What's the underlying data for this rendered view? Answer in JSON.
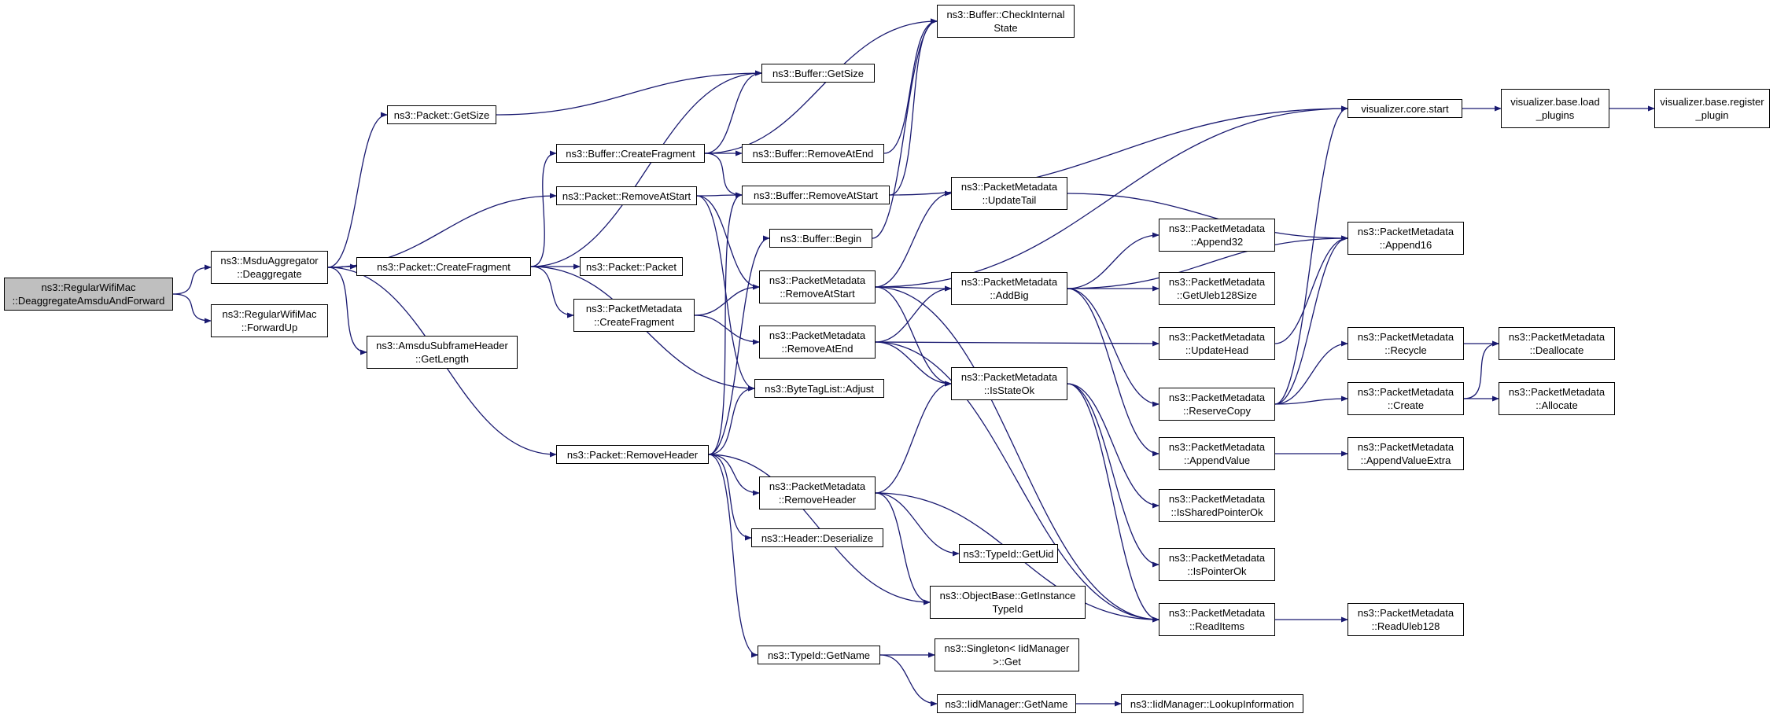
{
  "edge_color": "#191970",
  "root_fill": "#bfbfbf",
  "nodes": [
    {
      "id": "n0",
      "lines": [
        "ns3::RegularWifiMac",
        "::DeaggregateAmsduAndForward"
      ]
    },
    {
      "id": "n1",
      "lines": [
        "ns3::MsduAggregator",
        "::Deaggregate"
      ]
    },
    {
      "id": "n2",
      "lines": [
        "ns3::RegularWifiMac",
        "::ForwardUp"
      ]
    },
    {
      "id": "n3",
      "lines": [
        "ns3::Packet::GetSize"
      ]
    },
    {
      "id": "n4",
      "lines": [
        "ns3::Packet::CreateFragment"
      ]
    },
    {
      "id": "n5",
      "lines": [
        "ns3::AmsduSubframeHeader",
        "::GetLength"
      ]
    },
    {
      "id": "n6",
      "lines": [
        "ns3::Packet::RemoveAtStart"
      ]
    },
    {
      "id": "n7",
      "lines": [
        "ns3::Packet::RemoveHeader"
      ]
    },
    {
      "id": "n8",
      "lines": [
        "ns3::Buffer::GetSize"
      ]
    },
    {
      "id": "n9",
      "lines": [
        "ns3::Buffer::CreateFragment"
      ]
    },
    {
      "id": "n10",
      "lines": [
        "ns3::Packet::Packet"
      ]
    },
    {
      "id": "n11",
      "lines": [
        "ns3::PacketMetadata",
        "::CreateFragment"
      ]
    },
    {
      "id": "n12",
      "lines": [
        "ns3::ByteTagList::Adjust"
      ]
    },
    {
      "id": "n13",
      "lines": [
        "ns3::Buffer::CheckInternal",
        "State"
      ]
    },
    {
      "id": "n14",
      "lines": [
        "ns3::Buffer::RemoveAtEnd"
      ]
    },
    {
      "id": "n15",
      "lines": [
        "ns3::Buffer::RemoveAtStart"
      ]
    },
    {
      "id": "n16",
      "lines": [
        "ns3::Buffer::Begin"
      ]
    },
    {
      "id": "n17",
      "lines": [
        "ns3::PacketMetadata",
        "::RemoveAtStart"
      ]
    },
    {
      "id": "n18",
      "lines": [
        "ns3::PacketMetadata",
        "::RemoveAtEnd"
      ]
    },
    {
      "id": "n19",
      "lines": [
        "ns3::PacketMetadata",
        "::RemoveHeader"
      ]
    },
    {
      "id": "n20",
      "lines": [
        "ns3::Header::Deserialize"
      ]
    },
    {
      "id": "n21",
      "lines": [
        "ns3::TypeId::GetName"
      ]
    },
    {
      "id": "n22",
      "lines": [
        "visualizer.core.start"
      ]
    },
    {
      "id": "n23",
      "lines": [
        "ns3::PacketMetadata",
        "::UpdateTail"
      ]
    },
    {
      "id": "n24",
      "lines": [
        "ns3::PacketMetadata",
        "::AddBig"
      ]
    },
    {
      "id": "n25",
      "lines": [
        "ns3::PacketMetadata",
        "::IsStateOk"
      ]
    },
    {
      "id": "n26",
      "lines": [
        "ns3::TypeId::GetUid"
      ]
    },
    {
      "id": "n27",
      "lines": [
        "ns3::ObjectBase::GetInstance",
        "TypeId"
      ]
    },
    {
      "id": "n28",
      "lines": [
        "ns3::Singleton< IidManager",
        ">::Get"
      ]
    },
    {
      "id": "n29",
      "lines": [
        "ns3::IidManager::GetName"
      ]
    },
    {
      "id": "n30",
      "lines": [
        "ns3::PacketMetadata",
        "::Append32"
      ]
    },
    {
      "id": "n31",
      "lines": [
        "ns3::PacketMetadata",
        "::GetUleb128Size"
      ]
    },
    {
      "id": "n32",
      "lines": [
        "ns3::PacketMetadata",
        "::UpdateHead"
      ]
    },
    {
      "id": "n33",
      "lines": [
        "ns3::PacketMetadata",
        "::ReserveCopy"
      ]
    },
    {
      "id": "n34",
      "lines": [
        "ns3::PacketMetadata",
        "::AppendValue"
      ]
    },
    {
      "id": "n35",
      "lines": [
        "ns3::PacketMetadata",
        "::IsSharedPointerOk"
      ]
    },
    {
      "id": "n36",
      "lines": [
        "ns3::PacketMetadata",
        "::IsPointerOk"
      ]
    },
    {
      "id": "n37",
      "lines": [
        "ns3::PacketMetadata",
        "::ReadItems"
      ]
    },
    {
      "id": "n38",
      "lines": [
        "ns3::IidManager::LookupInformation"
      ]
    },
    {
      "id": "n39",
      "lines": [
        "visualizer.base.load",
        "_plugins"
      ]
    },
    {
      "id": "n40",
      "lines": [
        "ns3::PacketMetadata",
        "::Append16"
      ]
    },
    {
      "id": "n41",
      "lines": [
        "ns3::PacketMetadata",
        "::Recycle"
      ]
    },
    {
      "id": "n42",
      "lines": [
        "ns3::PacketMetadata",
        "::Create"
      ]
    },
    {
      "id": "n43",
      "lines": [
        "ns3::PacketMetadata",
        "::AppendValueExtra"
      ]
    },
    {
      "id": "n44",
      "lines": [
        "ns3::PacketMetadata",
        "::ReadUleb128"
      ]
    },
    {
      "id": "n45",
      "lines": [
        "visualizer.base.register",
        "_plugin"
      ]
    },
    {
      "id": "n46",
      "lines": [
        "ns3::PacketMetadata",
        "::Deallocate"
      ]
    },
    {
      "id": "n47",
      "lines": [
        "ns3::PacketMetadata",
        "::Allocate"
      ]
    }
  ],
  "edges": [
    [
      "n0",
      "n1"
    ],
    [
      "n0",
      "n2"
    ],
    [
      "n1",
      "n3"
    ],
    [
      "n1",
      "n4"
    ],
    [
      "n1",
      "n5"
    ],
    [
      "n1",
      "n6"
    ],
    [
      "n1",
      "n7"
    ],
    [
      "n3",
      "n8"
    ],
    [
      "n4",
      "n8"
    ],
    [
      "n4",
      "n9"
    ],
    [
      "n4",
      "n10"
    ],
    [
      "n4",
      "n11"
    ],
    [
      "n4",
      "n12"
    ],
    [
      "n6",
      "n15"
    ],
    [
      "n6",
      "n17"
    ],
    [
      "n6",
      "n12"
    ],
    [
      "n7",
      "n16"
    ],
    [
      "n7",
      "n15"
    ],
    [
      "n7",
      "n12"
    ],
    [
      "n7",
      "n19"
    ],
    [
      "n7",
      "n20"
    ],
    [
      "n7",
      "n21"
    ],
    [
      "n7",
      "n27"
    ],
    [
      "n9",
      "n8"
    ],
    [
      "n9",
      "n14"
    ],
    [
      "n9",
      "n15"
    ],
    [
      "n9",
      "n13"
    ],
    [
      "n11",
      "n17"
    ],
    [
      "n11",
      "n18"
    ],
    [
      "n14",
      "n13"
    ],
    [
      "n15",
      "n13"
    ],
    [
      "n15",
      "n22"
    ],
    [
      "n16",
      "n13"
    ],
    [
      "n17",
      "n23"
    ],
    [
      "n17",
      "n24"
    ],
    [
      "n17",
      "n25"
    ],
    [
      "n17",
      "n37"
    ],
    [
      "n17",
      "n22"
    ],
    [
      "n18",
      "n24"
    ],
    [
      "n18",
      "n25"
    ],
    [
      "n18",
      "n32"
    ],
    [
      "n18",
      "n37"
    ],
    [
      "n19",
      "n25"
    ],
    [
      "n19",
      "n26"
    ],
    [
      "n19",
      "n27"
    ],
    [
      "n19",
      "n37"
    ],
    [
      "n21",
      "n28"
    ],
    [
      "n21",
      "n29"
    ],
    [
      "n29",
      "n38"
    ],
    [
      "n22",
      "n39"
    ],
    [
      "n39",
      "n45"
    ],
    [
      "n23",
      "n40"
    ],
    [
      "n24",
      "n30"
    ],
    [
      "n24",
      "n31"
    ],
    [
      "n24",
      "n33"
    ],
    [
      "n24",
      "n34"
    ],
    [
      "n24",
      "n40"
    ],
    [
      "n25",
      "n35"
    ],
    [
      "n25",
      "n36"
    ],
    [
      "n25",
      "n37"
    ],
    [
      "n32",
      "n40"
    ],
    [
      "n33",
      "n41"
    ],
    [
      "n33",
      "n42"
    ],
    [
      "n33",
      "n40"
    ],
    [
      "n33",
      "n22"
    ],
    [
      "n34",
      "n43"
    ],
    [
      "n37",
      "n44"
    ],
    [
      "n41",
      "n46"
    ],
    [
      "n42",
      "n46"
    ],
    [
      "n42",
      "n47"
    ]
  ]
}
